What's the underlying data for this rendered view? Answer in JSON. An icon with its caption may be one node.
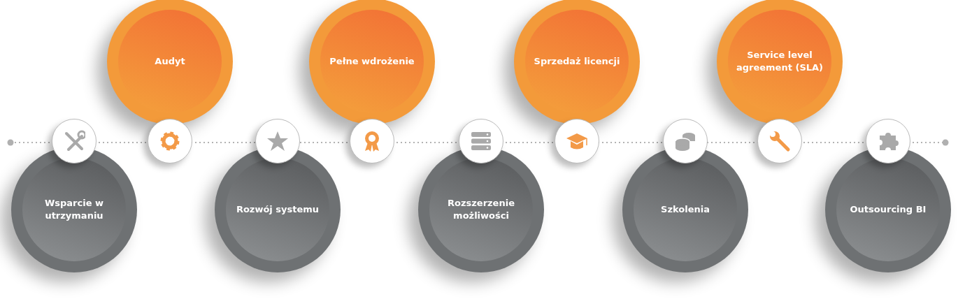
{
  "diagram": {
    "nodes": [
      {
        "text": [
          "Wsparcie w utrzymaniu"
        ]
      },
      {
        "text": [
          "Audyt"
        ]
      },
      {
        "text": [
          "Rozwój systemu"
        ]
      },
      {
        "text": [
          "Pełne wdrożenie"
        ]
      },
      {
        "text": [
          "Rozszerzenie możliwości"
        ]
      },
      {
        "text": [
          "Sprzedaż licencji"
        ]
      },
      {
        "text": [
          "Szkolenia"
        ]
      },
      {
        "text": [
          "Service level agreement (SLA)"
        ]
      },
      {
        "text": [
          "Outsourcing BI"
        ]
      }
    ]
  }
}
